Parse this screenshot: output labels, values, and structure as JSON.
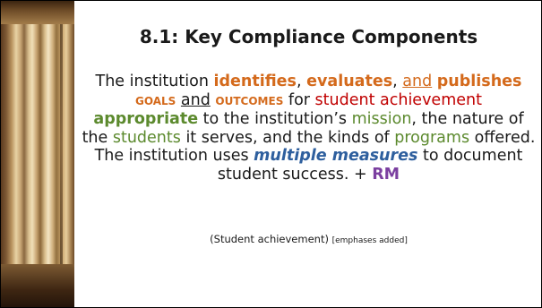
{
  "slide": {
    "title": "8.1: Key Compliance Components",
    "body": {
      "t1": "The institution ",
      "identifies": "identifies",
      "c1": ", ",
      "evaluates": "evaluates",
      "c2": ", ",
      "and1": "and",
      "publishes": "publishes",
      "goals": "GOALS",
      "and2": "and",
      "outcomes": "OUTCOMES",
      "t2": " for ",
      "student_achievement": "student achievement",
      "appropriate": "appropriate",
      "t3": " to the institution’s ",
      "mission": "mission",
      "t4": ", the nature of the ",
      "students": "students",
      "t5": " it serves, and the kinds of ",
      "programs": "programs",
      "t6": " offered. The institution uses ",
      "multiple_measures": "multiple measures",
      "t7": " to document student success. + ",
      "rm": "RM"
    },
    "note_main": "(Student achievement)",
    "note_small": "[emphases added]"
  },
  "colors": {
    "orange": "#d46a1c",
    "red": "#c00000",
    "green": "#5c8a2e",
    "blue": "#2e5f9e",
    "purple": "#7b3fa0"
  }
}
